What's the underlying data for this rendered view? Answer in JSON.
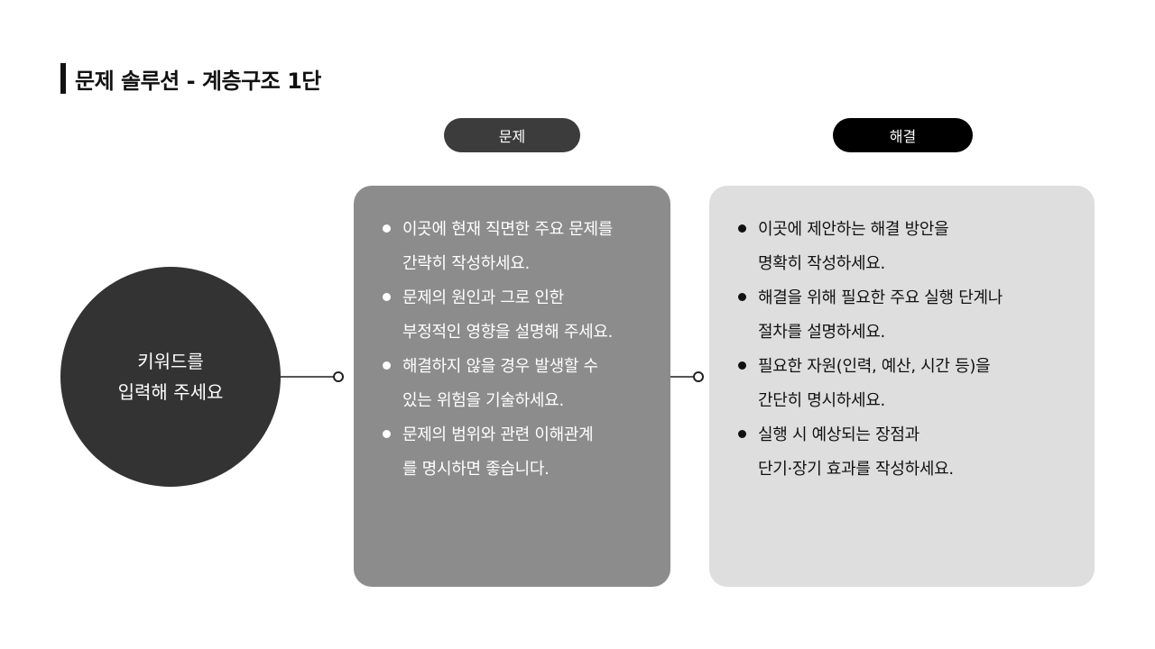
{
  "title": "문제 솔루션 - 계층구조 1단",
  "keyword": {
    "line1": "키워드를",
    "line2": "입력해 주세요"
  },
  "problem": {
    "label": "문제",
    "items": [
      {
        "line1": "이곳에 현재 직면한 주요 문제를",
        "line2": "간략히 작성하세요."
      },
      {
        "line1": "문제의 원인과 그로 인한",
        "line2": "부정적인 영향을 설명해 주세요."
      },
      {
        "line1": "해결하지 않을 경우 발생할 수",
        "line2": "있는 위험을 기술하세요."
      },
      {
        "line1": "문제의 범위와 관련 이해관계",
        "line2": "를 명시하면 좋습니다."
      }
    ]
  },
  "solution": {
    "label": "해결",
    "items": [
      {
        "line1": "이곳에 제안하는 해결 방안을",
        "line2": "명확히 작성하세요."
      },
      {
        "line1": "해결을 위해 필요한 주요 실행 단계나",
        "line2": "절차를 설명하세요."
      },
      {
        "line1": "필요한 자원(인력, 예산, 시간 등)을",
        "line2": "간단히 명시하세요."
      },
      {
        "line1": "실행 시 예상되는 장점과",
        "line2": "단기·장기 효과를 작성하세요."
      }
    ]
  }
}
